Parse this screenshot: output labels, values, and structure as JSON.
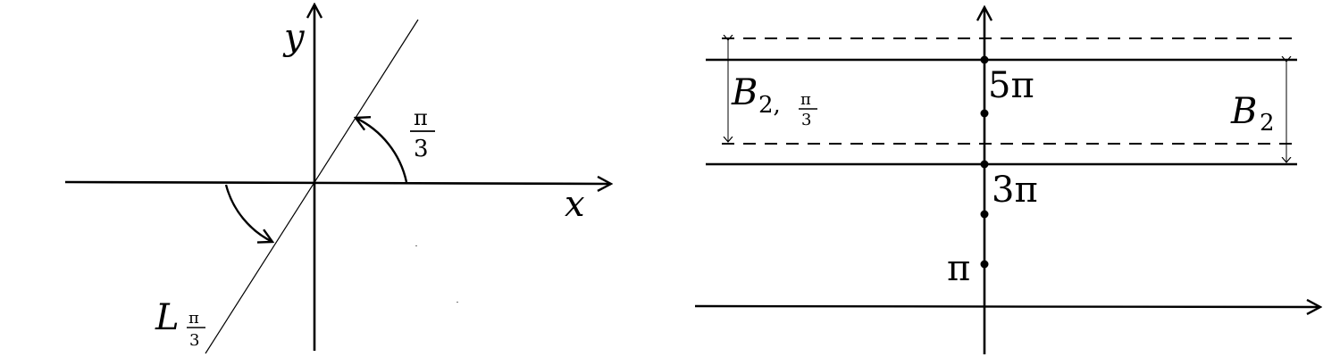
{
  "left_figure": {
    "y_axis_label": "y",
    "x_axis_label": "x",
    "angle_label": {
      "numerator": "π",
      "denominator": "3"
    },
    "line_label": {
      "letter": "L",
      "sub_numerator": "π",
      "sub_denominator": "3"
    }
  },
  "right_figure": {
    "label_5pi": "5π",
    "label_3pi": "3π",
    "label_pi": "π",
    "strip_b2_pi3": {
      "letter": "B",
      "sub": "2,",
      "sub_numerator": "π",
      "sub_denominator": "3"
    },
    "strip_b2": {
      "letter": "B",
      "sub": "2"
    }
  }
}
